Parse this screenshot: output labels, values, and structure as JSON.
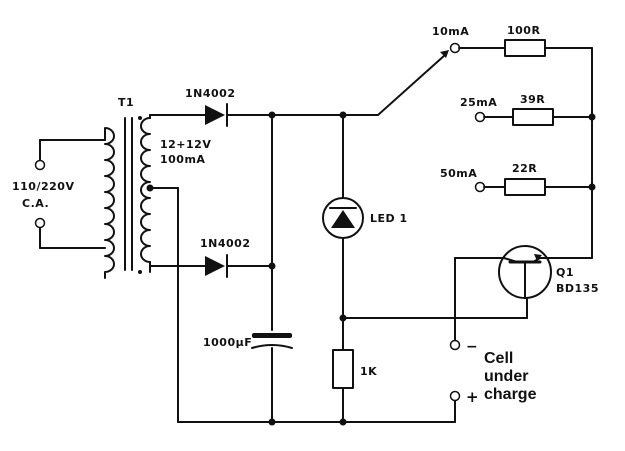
{
  "labels": {
    "transformer": "T1",
    "mains_voltage": "110/220V",
    "mains_type": "C.A.",
    "secondary_voltage": "12+12V",
    "secondary_current": "100mA",
    "diode_top": "1N4002",
    "diode_bottom": "1N4002",
    "capacitor": "1000µF",
    "led": "LED 1",
    "resistor_1k": "1K",
    "switch_10ma": "10mA",
    "switch_25ma": "25mA",
    "switch_50ma": "50mA",
    "resistor_100r": "100R",
    "resistor_39r": "39R",
    "resistor_22r": "22R",
    "transistor_ref": "Q1",
    "transistor_type": "BD135",
    "cell_line1": "Cell",
    "cell_line2": "under",
    "cell_line3": "charge",
    "minus_sign": "−",
    "plus_sign": "+"
  }
}
